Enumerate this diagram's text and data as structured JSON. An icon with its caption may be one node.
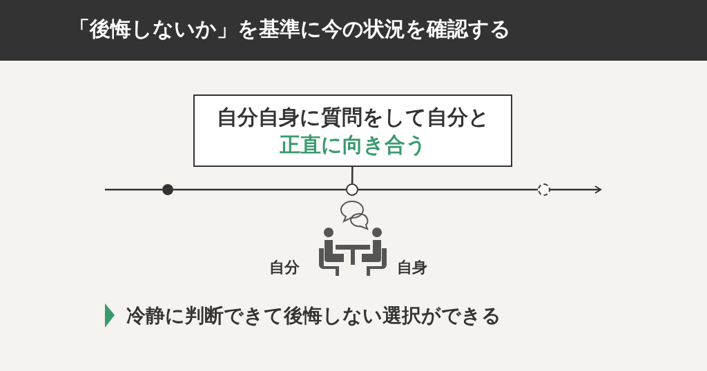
{
  "diagram": {
    "title": "「後悔しないか」を基準に今の状況を確認する",
    "nodes": [
      {
        "text": [
          "自分自身に質問をして自分と",
          "正直に向き合う"
        ]
      },
      {
        "text": [],
        "shape": "circle"
      },
      {
        "text": [],
        "shape": "circle"
      },
      {
        "text": [],
        "shape": "circle"
      }
    ],
    "edges": [
      {
        "from": null,
        "to": 1,
        "arrow": "none"
      },
      {
        "from": 1,
        "to": 2,
        "arrow": "none"
      },
      {
        "from": 2,
        "to": 3,
        "arrow": "none"
      },
      {
        "from": 3,
        "to": null,
        "arrow": "to"
      },
      {
        "from": 0,
        "to": 2,
        "arrow": "none"
      }
    ],
    "labels": [
      "自分",
      "自身",
      "冷静に判断できて後悔しない選択ができる"
    ]
  }
}
